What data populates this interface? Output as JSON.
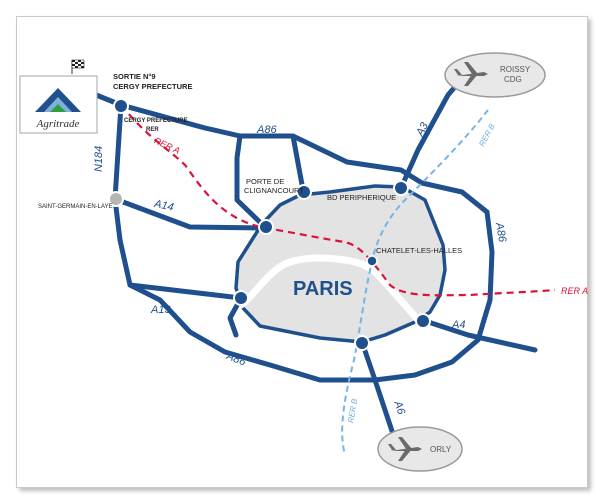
{
  "colors": {
    "road": "#1f4f8c",
    "paris_fill": "#e3e3e3",
    "rer_a": "#d8143a",
    "rer_b": "#74b4e6",
    "airport_fill": "#e8e8e8",
    "start": "#2aa042"
  },
  "logo": {
    "text": "Agritrade",
    "icon": "agritrade-triangle-logo"
  },
  "labels": {
    "exit_line1": "SORTIE N°9",
    "exit_line2": "CERGY PREFECTURE",
    "rer_station1": "CERGY PREFECTURE",
    "rer_station2": "RER",
    "paris": "PARIS",
    "porte_line1": "PORTE DE",
    "porte_line2": "CLIGNANCOURT",
    "bd_periph": "BD PERIPHERIQUE",
    "chatelet": "CHATELET-LES-HALLES",
    "saint_germain": "SAINT-GERMAIN-EN-LAYE"
  },
  "roads": {
    "a86_top": "A86",
    "a86_right": "A86",
    "a86_bottom": "A86",
    "a3": "A3",
    "a4": "A4",
    "a6": "A6",
    "a13": "A13",
    "a14": "A14",
    "n184": "N184"
  },
  "rer": {
    "a_left": "RER A",
    "a_right": "RER A",
    "b_top": "RER B",
    "b_bottom": "RER B"
  },
  "airports": {
    "roissy_line1": "ROISSY",
    "roissy_line2": "CDG",
    "orly": "ORLY"
  }
}
